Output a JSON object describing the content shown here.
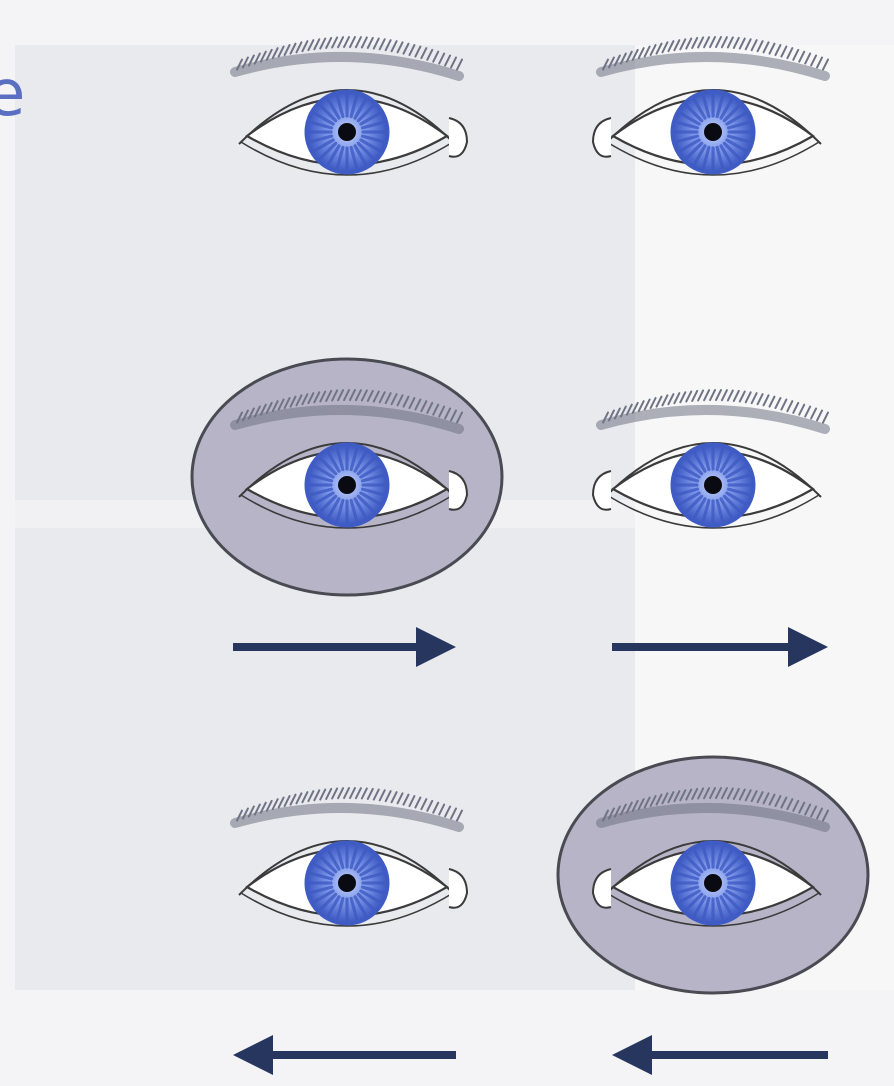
{
  "margin_text": "e",
  "colors": {
    "page": "#f4f4f6",
    "panel": "#e9eaee",
    "panel_light": "#f1f1f4",
    "right_strip": "#f7f7f8",
    "bruise_fill": "#b7b4c8",
    "bruise_stroke": "#4a4a52",
    "eye_outline": "#3b3b3b",
    "iris_dark": "#3f5bc4",
    "iris_light": "#8fa6ec",
    "pupil": "#0a0a12",
    "brow": "#6f7384",
    "arrow": "#26365f"
  },
  "diagram": {
    "rows": [
      {
        "name": "top-row",
        "eyes": [
          {
            "name": "left-eye",
            "side": "right",
            "highlighted": false
          },
          {
            "name": "right-eye",
            "side": "left",
            "highlighted": false
          }
        ],
        "arrows": []
      },
      {
        "name": "middle-row",
        "eyes": [
          {
            "name": "left-eye",
            "side": "right",
            "highlighted": true
          },
          {
            "name": "right-eye",
            "side": "left",
            "highlighted": false
          }
        ],
        "arrows": [
          {
            "name": "left",
            "direction": "right"
          },
          {
            "name": "right",
            "direction": "right"
          }
        ]
      },
      {
        "name": "bottom-row",
        "eyes": [
          {
            "name": "left-eye",
            "side": "right",
            "highlighted": false
          },
          {
            "name": "right-eye",
            "side": "left",
            "highlighted": true
          }
        ],
        "arrows": [
          {
            "name": "left",
            "direction": "left"
          },
          {
            "name": "right",
            "direction": "left"
          }
        ]
      }
    ]
  }
}
